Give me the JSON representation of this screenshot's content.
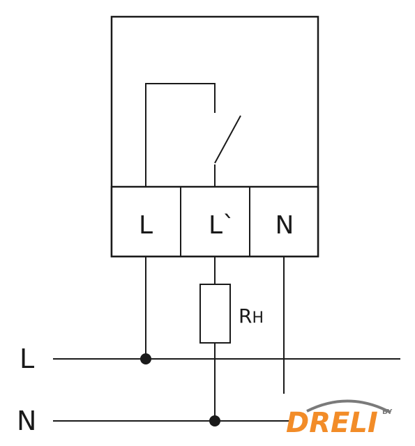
{
  "terminals": [
    {
      "id": "L",
      "label": "L"
    },
    {
      "id": "Lprime",
      "label": "L`"
    },
    {
      "id": "N",
      "label": "N"
    }
  ],
  "load": {
    "label": "R",
    "sub": "H"
  },
  "rails": [
    {
      "id": "L",
      "label": "L"
    },
    {
      "id": "N",
      "label": "N"
    }
  ],
  "logo": {
    "text": "DRELI",
    "by": "BY",
    "colors": {
      "orange": "#f28c28",
      "grey": "#7a7a7a"
    }
  }
}
